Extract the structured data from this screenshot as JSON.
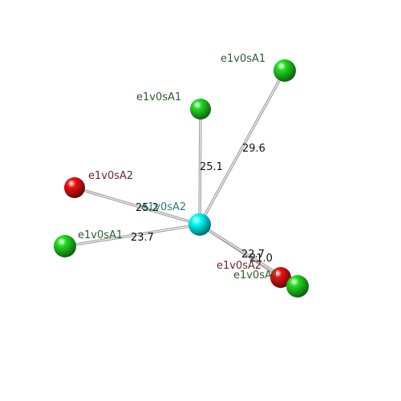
{
  "center": {
    "label": "e1v0sA2",
    "color": "#00ffff",
    "label_color": "#2e7a7a"
  },
  "neighbors": [
    {
      "label": "e1v0sA1",
      "color": "#22dd22",
      "label_color": "#2e5e2e",
      "distance": "29.6"
    },
    {
      "label": "e1v0sA1",
      "color": "#22dd22",
      "label_color": "#2e5e2e",
      "distance": "25.1"
    },
    {
      "label": "e1v0sA2",
      "color": "#ee1111",
      "label_color": "#6a2a2a",
      "distance": "25.2"
    },
    {
      "label": "e1v0sA1",
      "color": "#22dd22",
      "label_color": "#2e5e2e",
      "distance": "23.7"
    },
    {
      "label": "e1v0sA2",
      "color": "#ee1111",
      "label_color": "#6a2a2a",
      "distance": "22.7"
    },
    {
      "label": "e1v0sA1",
      "color": "#22dd22",
      "label_color": "#2e5e2e",
      "distance": "21.0"
    }
  ]
}
